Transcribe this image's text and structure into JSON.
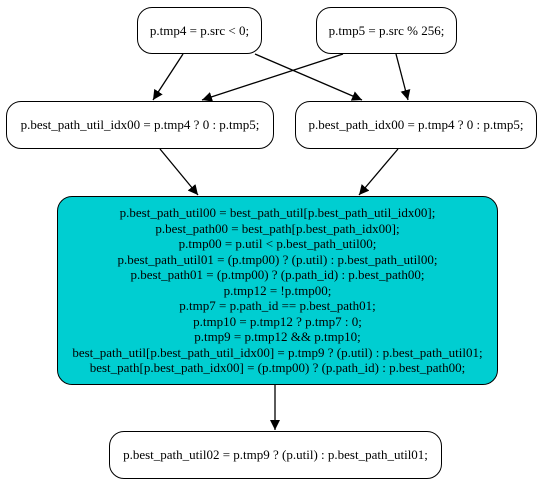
{
  "colors": {
    "node_fill": "#ffffff",
    "main_fill": "#00ced1",
    "stroke": "#000000"
  },
  "nodes": {
    "tmp4": "p.tmp4 = p.src < 0;",
    "tmp5": "p.tmp5 = p.src % 256;",
    "util_idx": "p.best_path_util_idx00 = p.tmp4 ? 0 : p.tmp5;",
    "path_idx": "p.best_path_idx00 = p.tmp4 ? 0 : p.tmp5;",
    "main": [
      "p.best_path_util00 = best_path_util[p.best_path_util_idx00];",
      "p.best_path00 = best_path[p.best_path_idx00];",
      "p.tmp00 = p.util < p.best_path_util00;",
      "p.best_path_util01 = (p.tmp00) ? (p.util) : p.best_path_util00;",
      "p.best_path01 = (p.tmp00) ? (p.path_id) : p.best_path00;",
      "p.tmp12 = !p.tmp00;",
      "p.tmp7 = p.path_id == p.best_path01;",
      "p.tmp10 = p.tmp12 ? p.tmp7 : 0;",
      "p.tmp9 = p.tmp12 && p.tmp10;",
      "best_path_util[p.best_path_util_idx00] = p.tmp9 ? (p.util) : p.best_path_util01;",
      "best_path[p.best_path_idx00] = (p.tmp00) ? (p.path_id) : p.best_path00;"
    ],
    "util02": "p.best_path_util02 = p.tmp9 ? (p.util) : p.best_path_util01;"
  }
}
